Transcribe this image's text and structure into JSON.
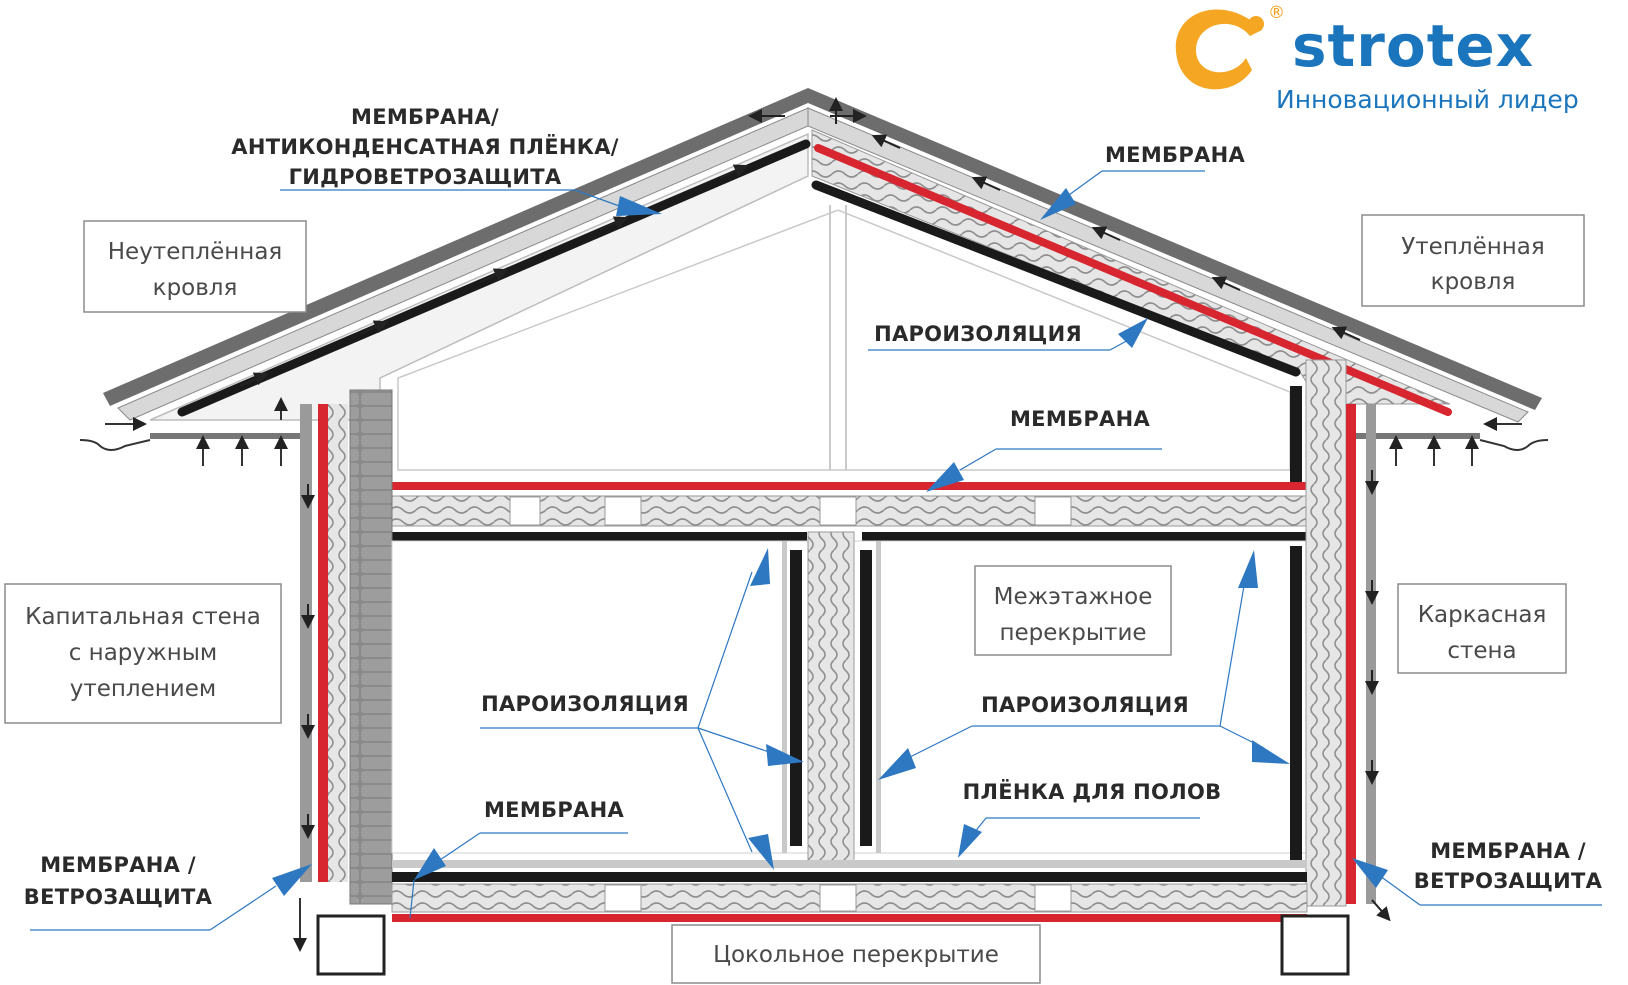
{
  "brand": {
    "name": "strotex",
    "tagline": "Инновационный лидер",
    "registered_mark": "®",
    "colors": {
      "orange": "#f5a623",
      "blue": "#1b75bc"
    }
  },
  "boxes": {
    "uninsulated_roof": [
      "Неутеплённая",
      "кровля"
    ],
    "insulated_roof": [
      "Утеплённая",
      "кровля"
    ],
    "capital_wall": [
      "Капитальная стена",
      "с наружным",
      "утеплением"
    ],
    "interfloor": [
      "Межэтажное",
      "перекрытие"
    ],
    "frame_wall": [
      "Каркасная",
      "стена"
    ],
    "base_floor": [
      "Цокольное перекрытие"
    ]
  },
  "labels": {
    "membrane_roof_left": [
      "МЕМБРАНА/",
      "АНТИКОНДЕНСАТНАЯ ПЛЁНКА/",
      "ГИДРОВЕТРОЗАЩИТА"
    ],
    "membrane_roof_right": "МЕМБРАНА",
    "vapor_roof": "ПАРОИЗОЛЯЦИЯ",
    "membrane_ceiling": "МЕМБРАНА",
    "vapor_left": "ПАРОИЗОЛЯЦИЯ",
    "vapor_right": "ПАРОИЗОЛЯЦИЯ",
    "floor_film": "ПЛЁНКА ДЛЯ ПОЛОВ",
    "membrane_floor": "МЕМБРАНА",
    "membrane_wind_left": [
      "МЕМБРАНА /",
      "ВЕТРОЗАЩИТА"
    ],
    "membrane_wind_right": [
      "МЕМБРАНА /",
      "ВЕТРОЗАЩИТА"
    ]
  },
  "colors": {
    "membrane": "#d7262f",
    "vapor": "#1a1a1a",
    "pointer": "#2e78c2",
    "insulation": "#d9d9d9",
    "structure": "#888888"
  }
}
